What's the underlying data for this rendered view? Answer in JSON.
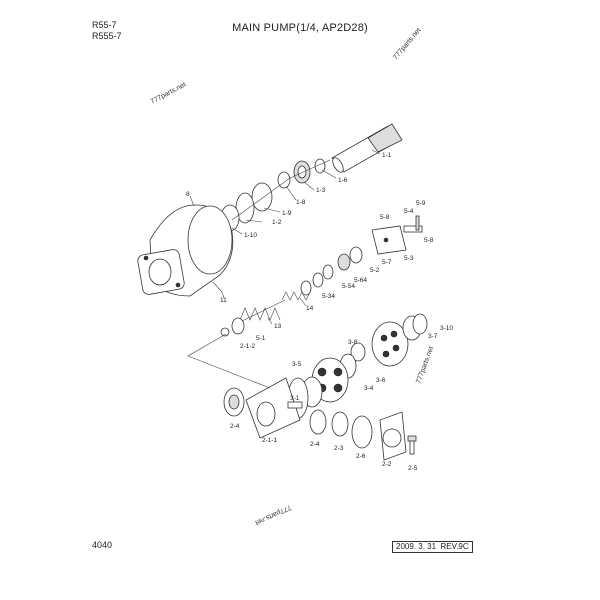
{
  "header": {
    "model_line1": "R55-7",
    "model_line2": "R555-7",
    "title": "MAIN PUMP(1/4, AP2D28)"
  },
  "footer": {
    "page_number": "4040",
    "revision": "2009. 3. 31  REV.9C"
  },
  "watermarks": [
    "777parts.net",
    "777parts.net",
    "777parts.net",
    "777parts.net"
  ],
  "labels": {
    "p1_1": "1-1",
    "p1_2": "1-2",
    "p1_3": "1-3",
    "p1_6": "1-6",
    "p1_8": "1-8",
    "p1_9": "1-9",
    "p1_10": "1-10",
    "p8": "8",
    "p11": "11",
    "p13": "13",
    "p14": "14",
    "p5_1": "5-1",
    "p5_2": "5-2",
    "p5_3": "5-3",
    "p5_4": "5-4",
    "p5_7": "5-7",
    "p5_8a": "5-8",
    "p5_8b": "5-8",
    "p5_9": "5-9",
    "p5_64": "5-64",
    "p5_54": "5-54",
    "p5_34": "5-34",
    "p2_1_2": "2-1-2",
    "p2_1_1": "2-1-1",
    "p2_4a": "2-4",
    "p2_4b": "2-4",
    "p2_3": "2-3",
    "p2_6": "2-6",
    "p2_2": "2-2",
    "p2_5": "2-5",
    "p3_1": "3-1",
    "p3_4": "3-4",
    "p3_5": "3-5",
    "p3_6": "3-6",
    "p3_7": "3-7",
    "p3_8": "3-8",
    "p3_10": "3-10"
  }
}
